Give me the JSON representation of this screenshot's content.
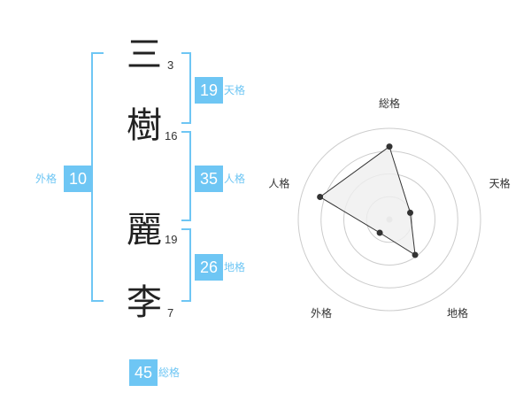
{
  "name_chars": [
    {
      "char": "三",
      "strokes": "3"
    },
    {
      "char": "樹",
      "strokes": "16"
    },
    {
      "char": "麗",
      "strokes": "19"
    },
    {
      "char": "李",
      "strokes": "7"
    }
  ],
  "fortunes": {
    "tenkaku": {
      "value": "19",
      "label": "天格"
    },
    "jinkaku": {
      "value": "35",
      "label": "人格"
    },
    "chikaku": {
      "value": "26",
      "label": "地格"
    },
    "gaikaku": {
      "value": "10",
      "label": "外格"
    },
    "soukaku": {
      "value": "45",
      "label": "総格"
    }
  },
  "colors": {
    "accent": "#6ec6f4",
    "ring": "#cccccc",
    "polygon_fill": "#efefef",
    "point": "#333333"
  },
  "chart_data": {
    "type": "radar",
    "axes": [
      "総格",
      "天格",
      "地格",
      "外格",
      "人格"
    ],
    "values": [
      0.8,
      0.24,
      0.48,
      0.18,
      0.8
    ],
    "range": [
      0,
      1
    ],
    "rings": 4
  }
}
